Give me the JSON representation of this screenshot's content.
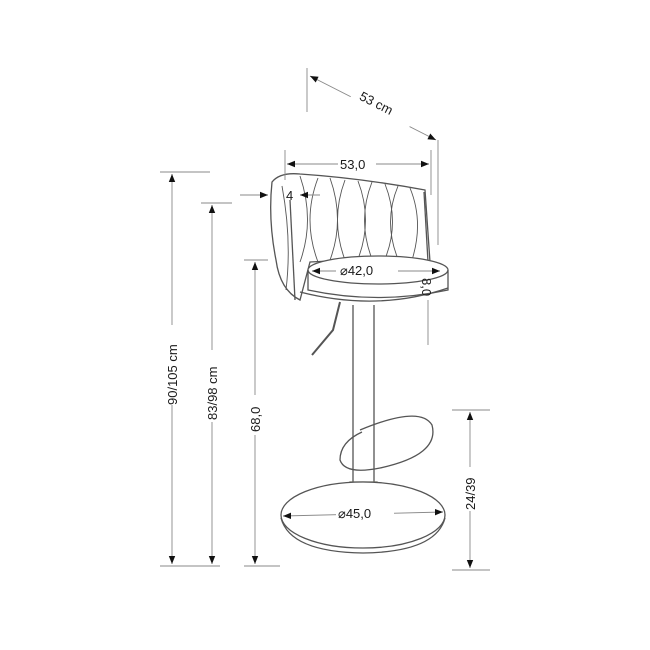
{
  "diagram": {
    "subject": "Adjustable bar stool with woven backrest - dimension drawing",
    "colors": {
      "line": "#555555",
      "dim_line": "#888888",
      "arrow": "#111111",
      "text": "#1a1a1a",
      "background": "#ffffff"
    },
    "dimensions": {
      "depth": "53 cm",
      "width": "53,0",
      "back_thickness": "4",
      "seat_diameter": "⌀42,0",
      "seat_thickness": "8,0",
      "total_height": "90/105 cm",
      "back_top_height": "83/98 cm",
      "seat_height": "68,0",
      "footrest_height": "24/39",
      "base_diameter": "⌀45,0"
    }
  }
}
